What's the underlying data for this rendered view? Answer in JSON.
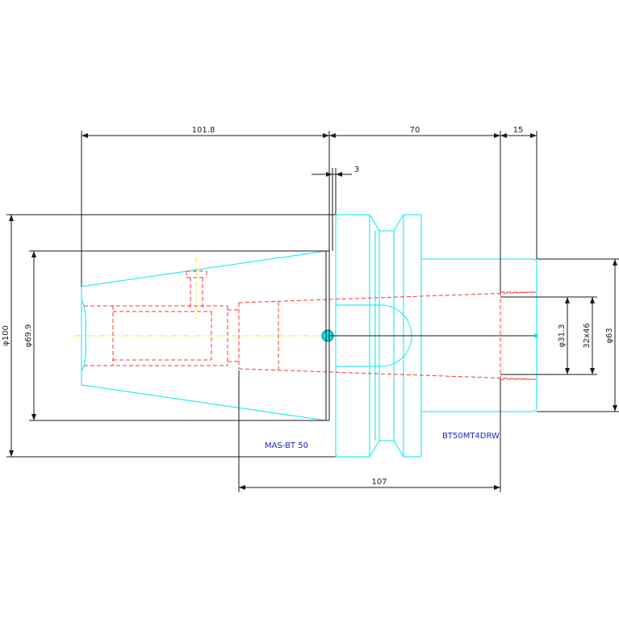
{
  "colors": {
    "outline": "#00e5ff",
    "hidden": "#ff3333",
    "center": "#f0f000",
    "dimension": "#1a1a1a",
    "label": "#2222cc",
    "background": "#ffffff"
  },
  "dimensions": {
    "adapter_length": "101.8",
    "shank_length": "70",
    "end_length": "15",
    "flange_gap": "3",
    "total_length": "107",
    "outer_diameter": "φ100",
    "taper_diameter": "φ69.9",
    "bore_diameter": "φ31.3",
    "thread": "32x46",
    "shank_diameter": "φ63"
  },
  "labels": {
    "left_part": "MAS-BT 50",
    "right_part": "BT50MT4DRW"
  }
}
